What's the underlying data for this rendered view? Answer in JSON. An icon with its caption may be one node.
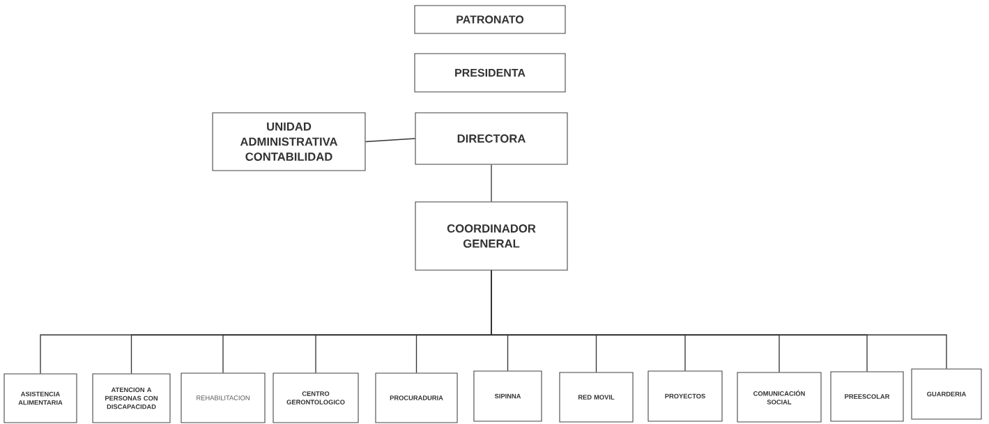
{
  "diagram": {
    "nodes": [
      {
        "text": [
          "PATRONATO"
        ]
      },
      {
        "text": [
          "PRESIDENTA"
        ]
      },
      {
        "text": [
          "UNIDAD ADMINISTRATIVA CONTABILIDAD"
        ]
      },
      {
        "text": [
          "DIRECTORA"
        ]
      },
      {
        "text": [
          "COORDINADOR GENERAL"
        ]
      },
      {
        "text": [
          "ASISTENCIA ALIMENTARIA"
        ]
      },
      {
        "text": [
          "ATENCION A PERSONAS CON DISCAPACIDAD"
        ]
      },
      {
        "text": [
          "REHABILITACION"
        ]
      },
      {
        "text": [
          "CENTRO GERONTOLOGICO"
        ]
      },
      {
        "text": [
          "PROCURADURIA"
        ]
      },
      {
        "text": [
          "SIPINNA"
        ]
      },
      {
        "text": [
          "RED MOVIL"
        ]
      },
      {
        "text": [
          "PROYECTOS"
        ]
      },
      {
        "text": [
          "COMUNICACIÓN SOCIAL"
        ]
      },
      {
        "text": [
          "PREESCOLAR"
        ]
      },
      {
        "text": [
          "GUARDERIA"
        ]
      }
    ],
    "edges": [
      {
        "from": 2,
        "to": 3,
        "arrow": "none"
      },
      {
        "from": 3,
        "to": 4,
        "arrow": "none"
      },
      {
        "from": 4,
        "to": 5,
        "arrow": "none"
      },
      {
        "from": 4,
        "to": 6,
        "arrow": "none"
      },
      {
        "from": 4,
        "to": 7,
        "arrow": "none"
      },
      {
        "from": 4,
        "to": 8,
        "arrow": "none"
      },
      {
        "from": 4,
        "to": 9,
        "arrow": "none"
      },
      {
        "from": 4,
        "to": 10,
        "arrow": "none"
      },
      {
        "from": 4,
        "to": 11,
        "arrow": "none"
      },
      {
        "from": 4,
        "to": 12,
        "arrow": "none"
      },
      {
        "from": 4,
        "to": 13,
        "arrow": "none"
      },
      {
        "from": 4,
        "to": 14,
        "arrow": "none"
      },
      {
        "from": 4,
        "to": 15,
        "arrow": "none"
      }
    ]
  }
}
